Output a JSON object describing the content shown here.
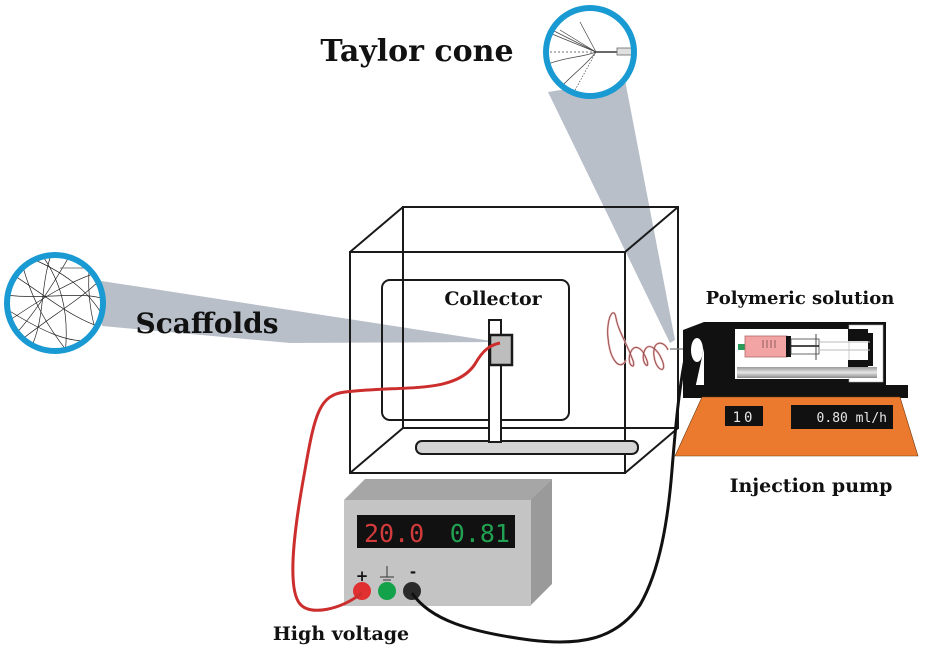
{
  "labels": {
    "taylor_cone": "Taylor cone",
    "scaffolds": "Scaffolds",
    "collector": "Collector",
    "polymeric_solution": "Polymeric solution",
    "injection_pump": "Injection pump",
    "high_voltage": "High voltage"
  },
  "power_supply": {
    "voltage_display": "20.0",
    "current_display": "0.81",
    "terminals": [
      {
        "symbol": "+",
        "color": "#e03030",
        "role": "positive"
      },
      {
        "symbol": "⏚",
        "color": "#13a24a",
        "role": "ground"
      },
      {
        "symbol": "-",
        "color": "#2a2a2a",
        "role": "negative"
      }
    ]
  },
  "pump": {
    "left_display": "10",
    "right_display": "0.80 ml/h"
  },
  "colors": {
    "lens_ring": "#1a9ad2",
    "beam": "#b4bcc6",
    "pump_body": "#ec7a2e",
    "red_wire": "#cc2e2e",
    "black_wire": "#111111",
    "lcd_red": "#d23b3b",
    "lcd_green": "#21a152",
    "syringe": "#f2a3a3"
  }
}
